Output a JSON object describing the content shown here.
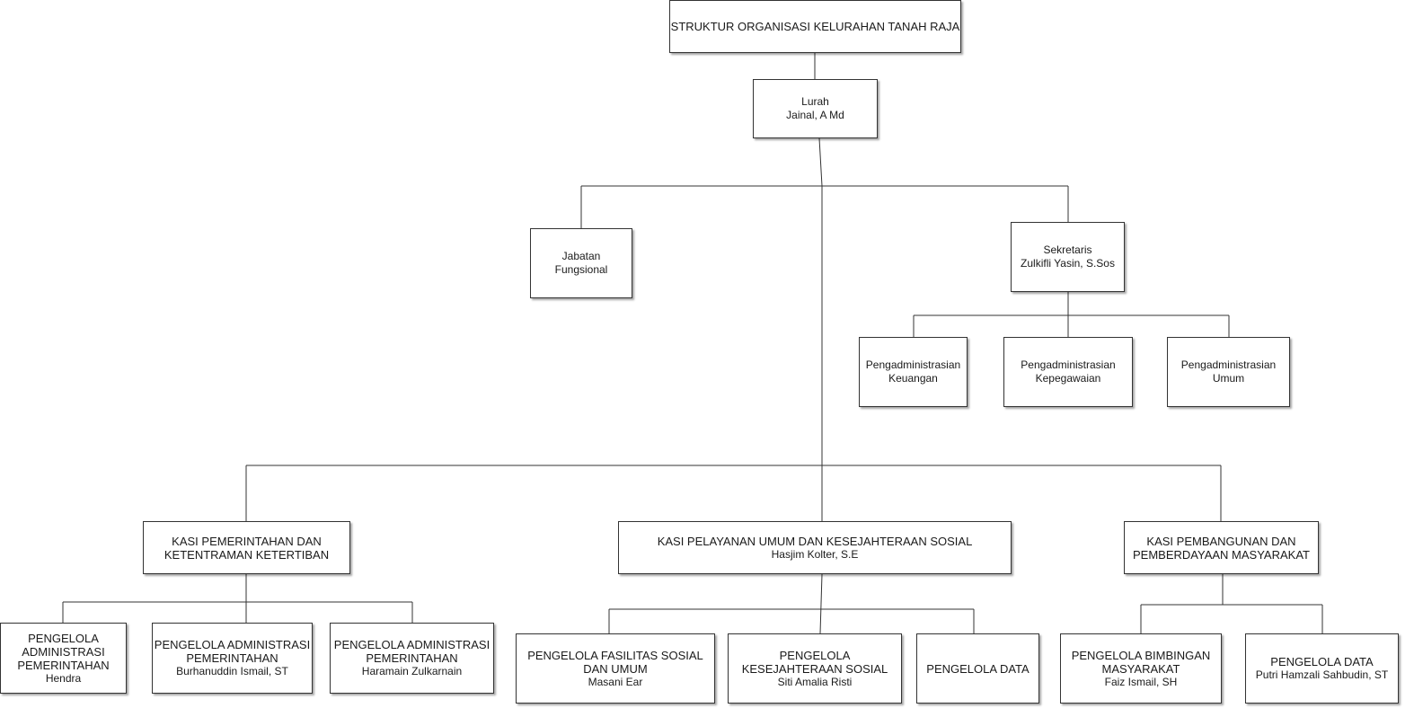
{
  "title": "STRUKTUR ORGANISASI KELURAHAN TANAH RAJA",
  "nodes": {
    "lurah": {
      "role": "Lurah",
      "name": "Jainal, A Md"
    },
    "jabatan": {
      "role": "Jabatan\nFungsional"
    },
    "sekretaris": {
      "role": "Sekretaris",
      "name": "Zulkifli Yasin, S.Sos"
    },
    "keuangan": {
      "role": "Pengadministrasian\nKeuangan"
    },
    "kepegawaian": {
      "role": "Pengadministrasian\nKepegawaian"
    },
    "umum": {
      "role": "Pengadministrasian\nUmum"
    },
    "kasi_pem": {
      "role": "KASI PEMERINTAHAN DAN\nKETENTRAMAN KETERTIBAN"
    },
    "kasi_pel": {
      "role": "KASI PELAYANAN UMUM DAN KESEJAHTERAAN SOSIAL",
      "name": "Hasjim Kolter, S.E"
    },
    "kasi_pmb": {
      "role": "KASI PEMBANGUNAN DAN\nPEMBERDAYAAN MASYARAKAT"
    },
    "p_adm1": {
      "role": "PENGELOLA\nADMINISTRASI\nPEMERINTAHAN",
      "name": "Hendra"
    },
    "p_adm2": {
      "role": "PENGELOLA ADMINISTRASI\nPEMERINTAHAN",
      "name": "Burhanuddin Ismail, ST"
    },
    "p_adm3": {
      "role": "PENGELOLA ADMINISTRASI\nPEMERINTAHAN",
      "name": "Haramain Zulkarnain"
    },
    "p_fas": {
      "role": "PENGELOLA FASILITAS SOSIAL\nDAN UMUM",
      "name": "Masani Ear"
    },
    "p_kes": {
      "role": "PENGELOLA\nKESEJAHTERAAN  SOSIAL",
      "name": "Siti Amalia Risti"
    },
    "p_data1": {
      "role": "PENGELOLA DATA"
    },
    "p_bim": {
      "role": "PENGELOLA BIMBINGAN\nMASYARAKAT",
      "name": "Faiz Ismail, SH"
    },
    "p_data2": {
      "role": "PENGELOLA DATA",
      "name": "Putri  Hamzali Sahbudin, ST"
    }
  }
}
